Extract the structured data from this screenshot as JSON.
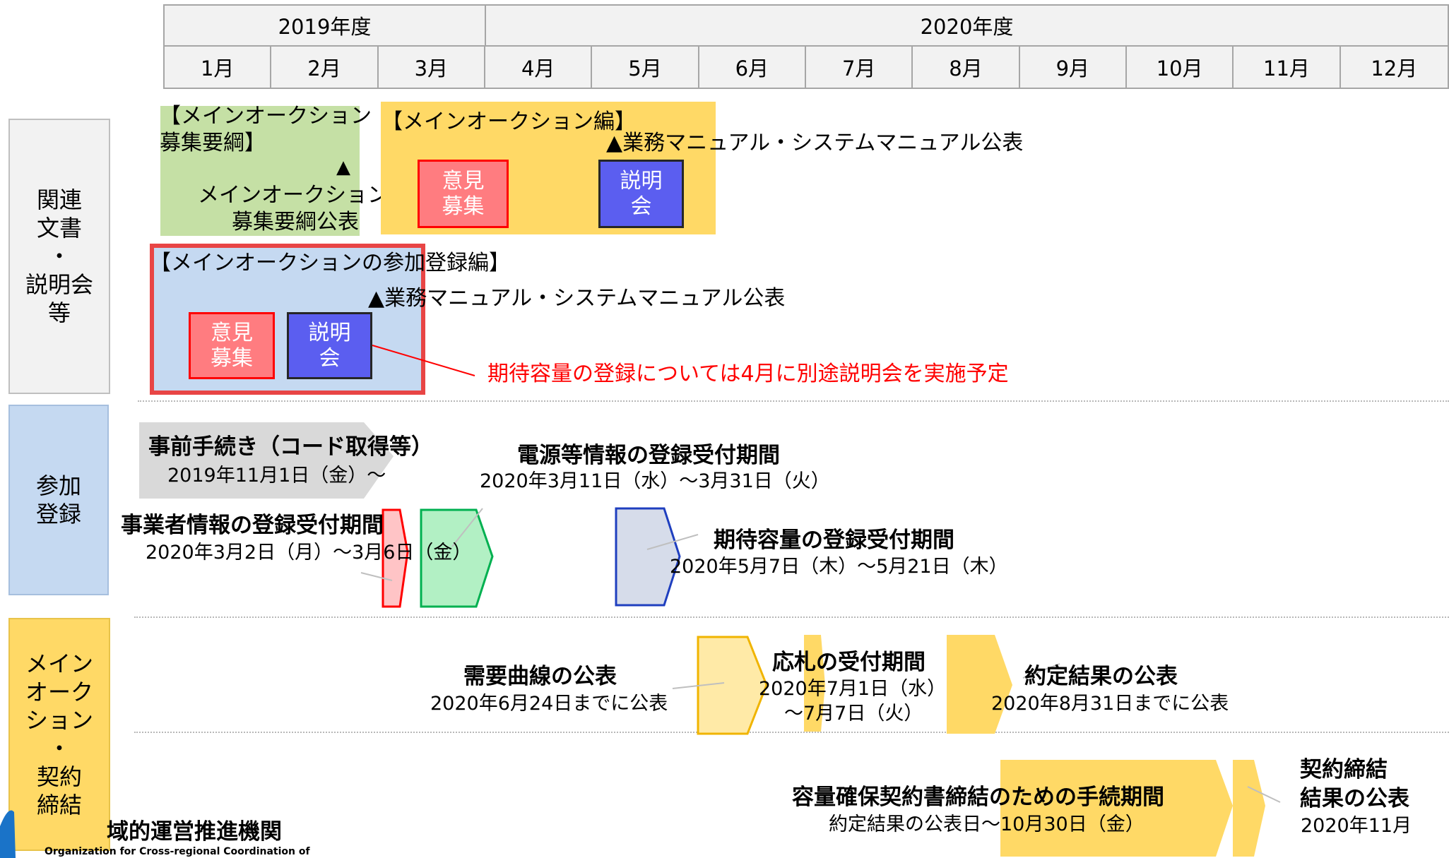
{
  "timeline": {
    "fiscal_years": [
      "2019年度",
      "2020年度"
    ],
    "months": [
      "1月",
      "2月",
      "3月",
      "4月",
      "5月",
      "6月",
      "7月",
      "8月",
      "9月",
      "10月",
      "11月",
      "12月"
    ]
  },
  "row_labels": {
    "docs": "関連\n文書\n・\n説明会\n等",
    "registration": "参加\n登録",
    "main_auction": "メイン\nオーク\nション\n・\n契約\n締結"
  },
  "docs": {
    "guideline_box_title": "【メインオークション\n募集要綱】",
    "guideline_marker": "▲",
    "guideline_publish": "メインオークション\n募集要綱公表",
    "main_box_title": "【メインオークション編】",
    "main_manual": "▲業務マニュアル・システムマニュアル公表",
    "main_opinion": "意見\n募集",
    "main_briefing": "説明\n会",
    "reg_box_title": "【メインオークションの参加登録編】",
    "reg_manual": "▲業務マニュアル・システムマニュアル公表",
    "reg_opinion": "意見\n募集",
    "reg_briefing": "説明\n会",
    "callout": "期待容量の登録については4月に別途説明会を実施予定"
  },
  "registration": {
    "pre_title": "事前手続き（コード取得等）",
    "pre_date": "2019年11月1日（金）～",
    "power_title": "電源等情報の登録受付期間",
    "power_date": "2020年3月11日（水）～3月31日（火）",
    "biz_title": "事業者情報の登録受付期間",
    "biz_date": "2020年3月2日（月）～3月6日（金）",
    "cap_title": "期待容量の登録受付期間",
    "cap_date": "2020年5月7日（木）～5月21日（木）"
  },
  "auction": {
    "demand_title": "需要曲線の公表",
    "demand_date": "2020年6月24日までに公表",
    "bid_title": "応札の受付期間",
    "bid_date1": "2020年7月1日（水）",
    "bid_date2": "～7月7日（火）",
    "result_title": "約定結果の公表",
    "result_date": "2020年8月31日までに公表",
    "contract_title": "容量確保契約書締結のための手続期間",
    "contract_date": "約定結果の公表日～10月30日（金）",
    "final_title1": "契約締結",
    "final_title2": "結果の公表",
    "final_date": "2020年11月"
  },
  "footer": {
    "org_jp": "域的運営推進機関",
    "org_en": "Organization for Cross-regional Coordination of"
  },
  "colors": {
    "header_bg": "#f2f2f2",
    "label_docs": "#f2f2f2",
    "label_reg": "#c5d9f1",
    "label_auction": "#ffd966",
    "green_box": "#c5e0a5",
    "yellow_box": "#ffd966",
    "blue_box": "#c5d9f1",
    "red": "#ff0000",
    "pink": "#ff7c80",
    "indigo": "#5b5ef0"
  }
}
